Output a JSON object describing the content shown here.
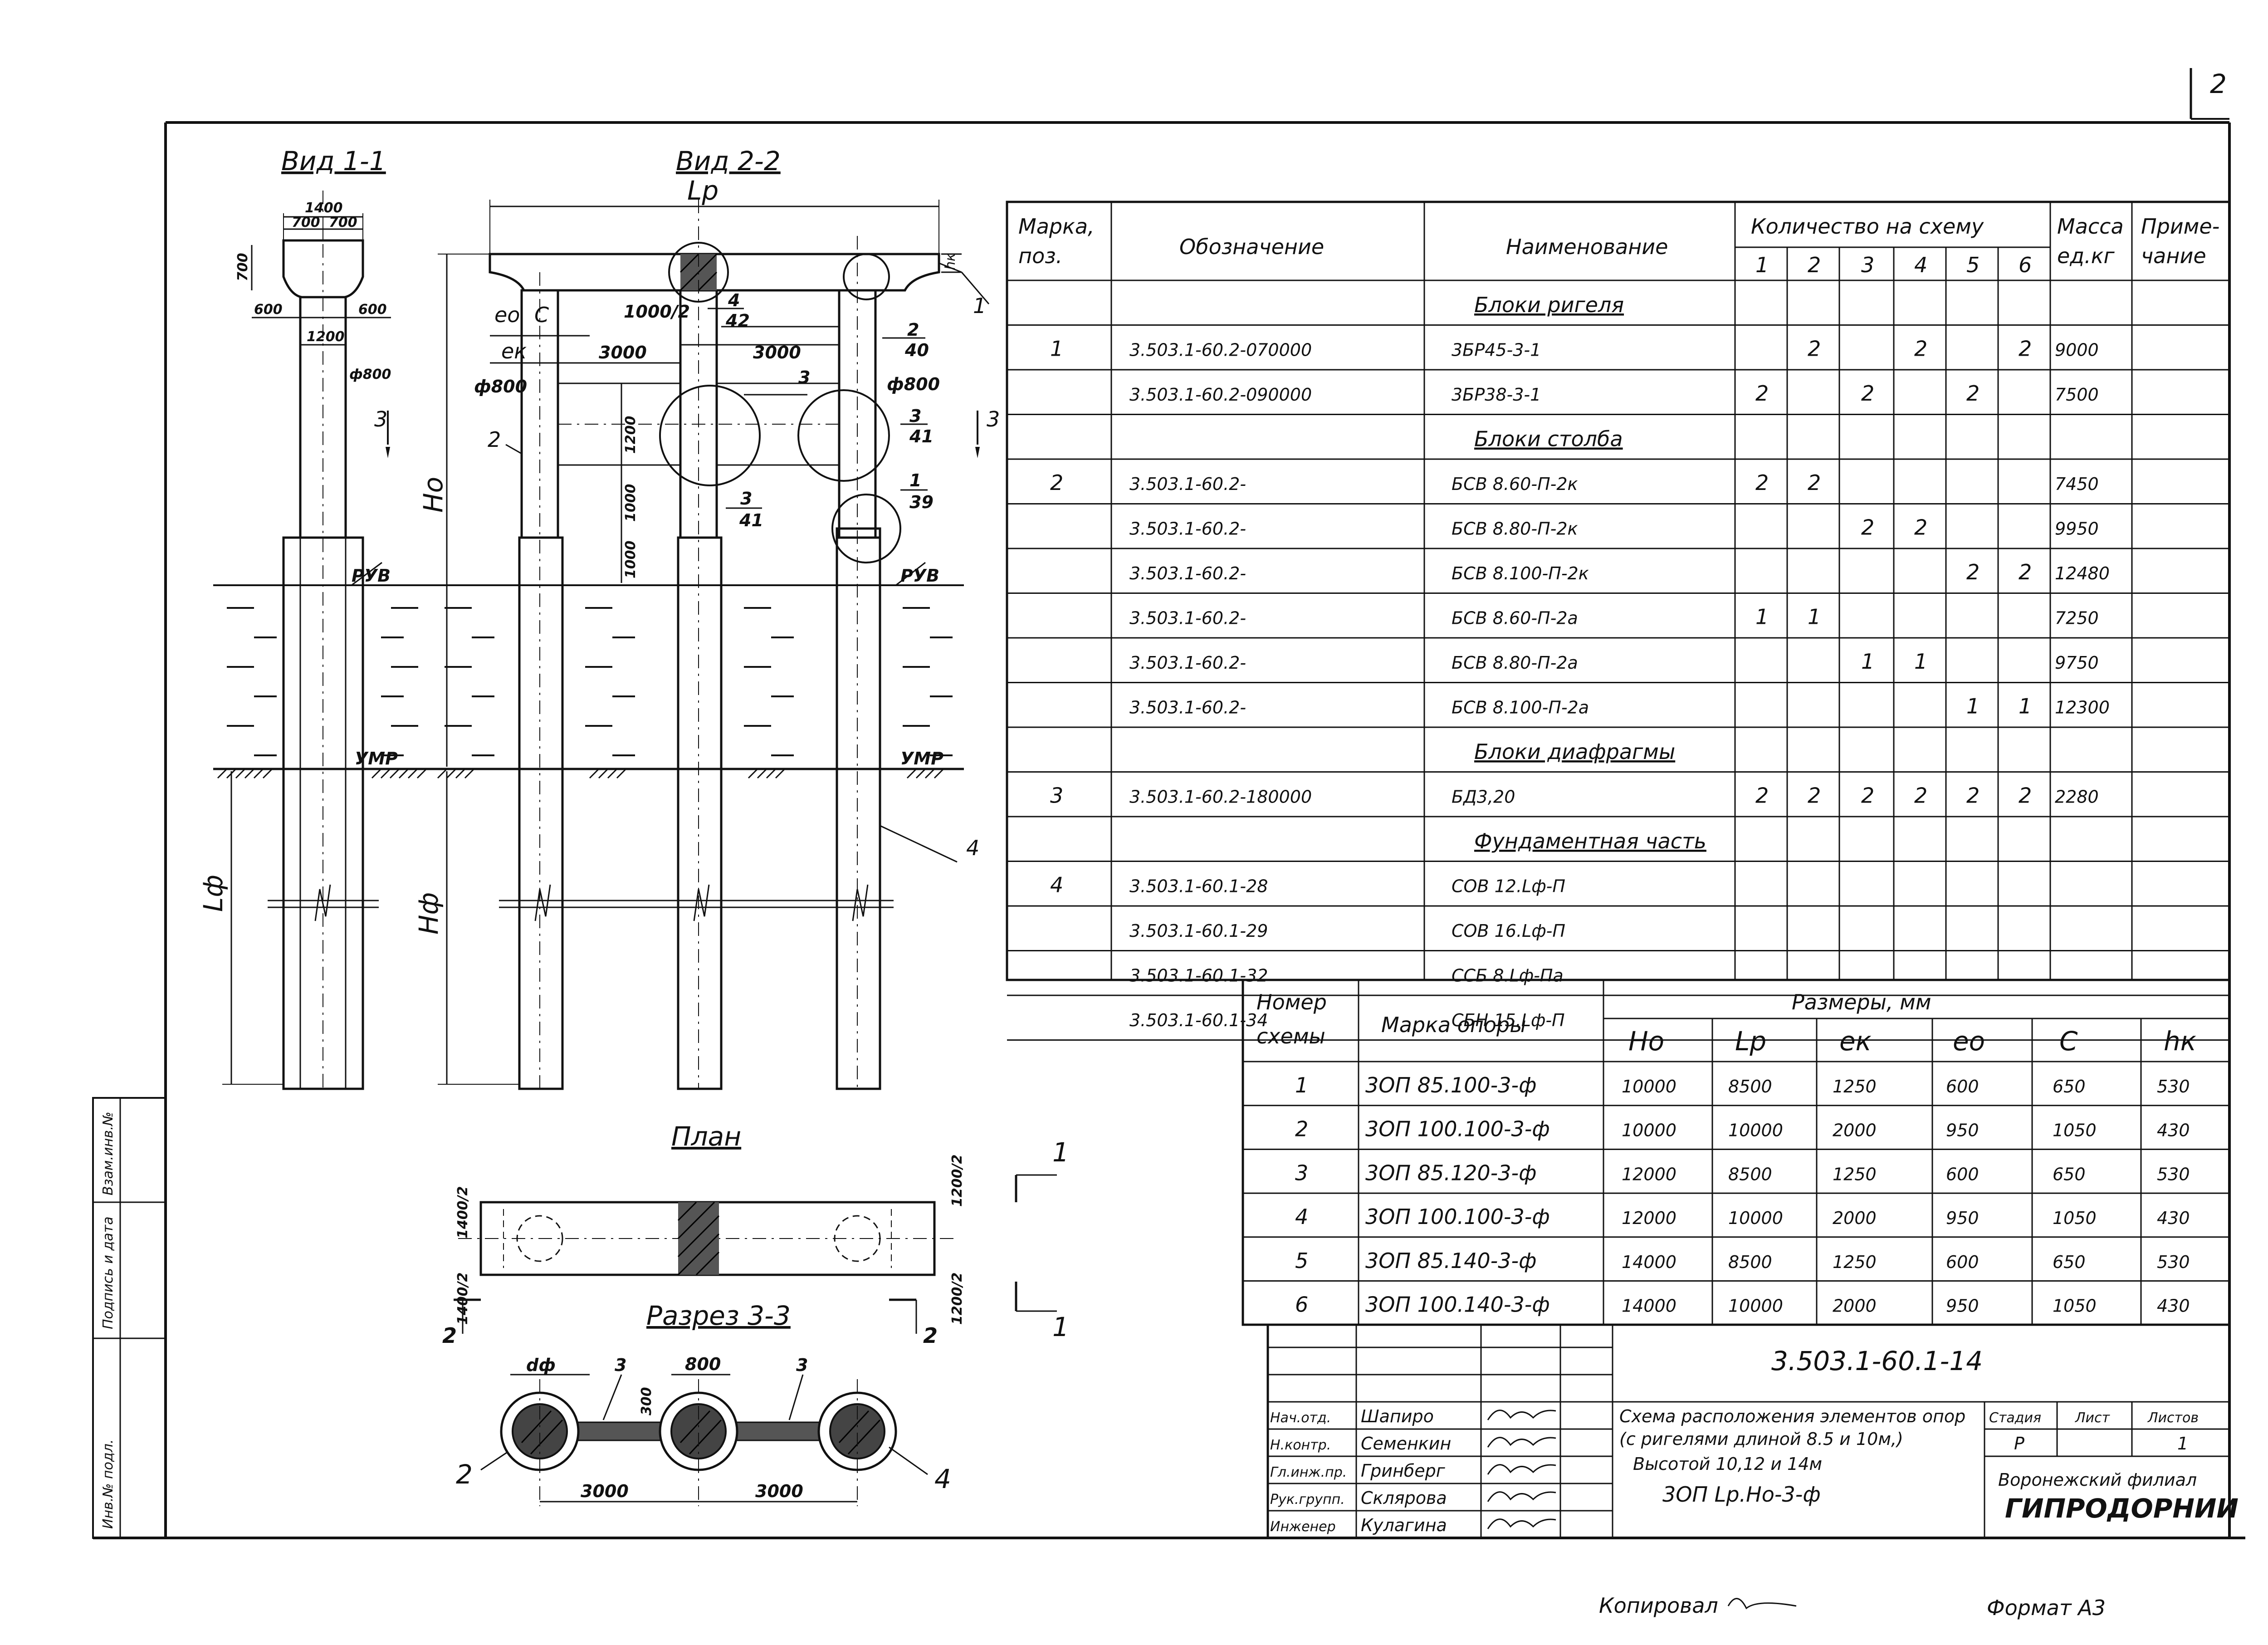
{
  "page_number": "2",
  "views": {
    "view11_title": "Вид 1-1",
    "view22_title": "Вид 2-2",
    "plan_title": "План",
    "section33_title": "Разрез 3-3"
  },
  "view11": {
    "d1400": "1400",
    "d700a": "700",
    "d700b": "700",
    "d700v": "700",
    "d600a": "600",
    "d600b": "600",
    "d1200": "1200",
    "phi800": "ф800",
    "lf": "Lф",
    "pyv": "РУВ",
    "ymp": "УМР",
    "sec3": "3"
  },
  "view22": {
    "lp": "Lр",
    "eo": "ео",
    "c": "С",
    "ek": "ек",
    "d1000_2": "1000/2",
    "d3000a": "3000",
    "d3000b": "3000",
    "phi800a": "ф800",
    "phi800b": "ф800",
    "ho": "Но",
    "hf": "Нф",
    "hk": "hк",
    "d1200v": "1200",
    "d1000a": "1000",
    "d1000b": "1000",
    "pyv": "РУВ",
    "ymp": "УМР",
    "c1": "1",
    "c2": "2",
    "c2b": "2",
    "c3": "3",
    "c3b": "3",
    "c3c": "3",
    "c4": "4",
    "c4b": "4",
    "c1b": "1",
    "f42": "42",
    "f40": "40",
    "f41a": "41",
    "f41b": "41",
    "f39": "39",
    "sec3": "3"
  },
  "plan": {
    "d1400_2a": "1400/2",
    "d1400_2b": "1400/2",
    "d1200_2a": "1200/2",
    "d1200_2b": "1200/2",
    "s1a": "1",
    "s1b": "1",
    "s2a": "2",
    "s2b": "2"
  },
  "section33": {
    "dphi": "dф",
    "d800": "800",
    "d300": "300",
    "d3000a": "3000",
    "d3000b": "3000",
    "c3a": "3",
    "c3b": "3",
    "c2": "2",
    "c4": "4"
  },
  "spec_table": {
    "headers": {
      "mark": "Марка, поз.",
      "designation": "Обозначение",
      "name": "Наименование",
      "quantity": "Количество на схему",
      "mass": "Масса ед.кг",
      "note": "Приме- чание",
      "cols": [
        "1",
        "2",
        "3",
        "4",
        "5",
        "6"
      ]
    },
    "groups": [
      {
        "title": "Блоки ригеля",
        "rows": [
          {
            "mark": "1",
            "designation": "3.503.1-60.2-070000",
            "name": "3БР45-3-1",
            "q": [
              "",
              "2",
              "",
              "2",
              "",
              "2"
            ],
            "mass": "9000"
          },
          {
            "mark": "",
            "designation": "3.503.1-60.2-090000",
            "name": "3БР38-3-1",
            "q": [
              "2",
              "",
              "2",
              "",
              "2",
              ""
            ],
            "mass": "7500"
          }
        ]
      },
      {
        "title": "Блоки столба",
        "rows": [
          {
            "mark": "2",
            "designation": "3.503.1-60.2-",
            "name": "БСВ 8.60-П-2к",
            "q": [
              "2",
              "2",
              "",
              "",
              "",
              ""
            ],
            "mass": "7450"
          },
          {
            "mark": "",
            "designation": "3.503.1-60.2-",
            "name": "БСВ 8.80-П-2к",
            "q": [
              "",
              "",
              "2",
              "2",
              "",
              ""
            ],
            "mass": "9950"
          },
          {
            "mark": "",
            "designation": "3.503.1-60.2-",
            "name": "БСВ 8.100-П-2к",
            "q": [
              "",
              "",
              "",
              "",
              "2",
              "2"
            ],
            "mass": "12480"
          },
          {
            "mark": "",
            "designation": "3.503.1-60.2-",
            "name": "БСВ 8.60-П-2а",
            "q": [
              "1",
              "1",
              "",
              "",
              "",
              ""
            ],
            "mass": "7250"
          },
          {
            "mark": "",
            "designation": "3.503.1-60.2-",
            "name": "БСВ 8.80-П-2а",
            "q": [
              "",
              "",
              "1",
              "1",
              "",
              ""
            ],
            "mass": "9750"
          },
          {
            "mark": "",
            "designation": "3.503.1-60.2-",
            "name": "БСВ 8.100-П-2а",
            "q": [
              "",
              "",
              "",
              "",
              "1",
              "1"
            ],
            "mass": "12300"
          }
        ]
      },
      {
        "title": "Блоки диафрагмы",
        "rows": [
          {
            "mark": "3",
            "designation": "3.503.1-60.2-180000",
            "name": "БД3,20",
            "q": [
              "2",
              "2",
              "2",
              "2",
              "2",
              "2"
            ],
            "mass": "2280"
          }
        ]
      },
      {
        "title": "Фундаментная часть",
        "rows": [
          {
            "mark": "4",
            "designation": "3.503.1-60.1-28",
            "name": "СОВ 12.Lф-П",
            "q": [
              "",
              "",
              "",
              "",
              "",
              ""
            ],
            "mass": ""
          },
          {
            "mark": "",
            "designation": "3.503.1-60.1-29",
            "name": "СОВ 16.Lф-П",
            "q": [
              "",
              "",
              "",
              "",
              "",
              ""
            ],
            "mass": ""
          },
          {
            "mark": "",
            "designation": "3.503.1-60.1-32",
            "name": "ССБ 8.Lф-Па",
            "q": [
              "",
              "",
              "",
              "",
              "",
              ""
            ],
            "mass": ""
          },
          {
            "mark": "",
            "designation": "3.503.1-60.1-34",
            "name": "СБН 15.Lф-П",
            "q": [
              "",
              "",
              "",
              "",
              "",
              ""
            ],
            "mass": ""
          }
        ]
      }
    ]
  },
  "dims_table": {
    "headers": {
      "scheme": "Номер схемы",
      "brand": "Марка опоры",
      "dims": "Размеры, мм",
      "cols": [
        "Но",
        "Lр",
        "ек",
        "ео",
        "С",
        "hк"
      ]
    },
    "rows": [
      {
        "n": "1",
        "brand": "3ОП 85.100-3-ф",
        "v": [
          "10000",
          "8500",
          "1250",
          "600",
          "650",
          "530"
        ]
      },
      {
        "n": "2",
        "brand": "3ОП 100.100-3-ф",
        "v": [
          "10000",
          "10000",
          "2000",
          "950",
          "1050",
          "430"
        ]
      },
      {
        "n": "3",
        "brand": "3ОП 85.120-3-ф",
        "v": [
          "12000",
          "8500",
          "1250",
          "600",
          "650",
          "530"
        ]
      },
      {
        "n": "4",
        "brand": "3ОП 100.100-3-ф",
        "v": [
          "12000",
          "10000",
          "2000",
          "950",
          "1050",
          "430"
        ]
      },
      {
        "n": "5",
        "brand": "3ОП 85.140-3-ф",
        "v": [
          "14000",
          "8500",
          "1250",
          "600",
          "650",
          "530"
        ]
      },
      {
        "n": "6",
        "brand": "3ОП 100.140-3-ф",
        "v": [
          "14000",
          "10000",
          "2000",
          "950",
          "1050",
          "430"
        ]
      }
    ]
  },
  "title_block": {
    "code": "3.503.1-60.1-14",
    "roles": [
      {
        "role": "Нач.отд.",
        "name": "Шапиро"
      },
      {
        "role": "Н.контр.",
        "name": "Семенкин"
      },
      {
        "role": "Гл.инж.пр.",
        "name": "Гринберг"
      },
      {
        "role": "Рук.групп.",
        "name": "Склярова"
      },
      {
        "role": "Инженер",
        "name": "Кулагина"
      }
    ],
    "description": [
      "Схема расположения элементов опор",
      "(с ригелями длиной 8.5 и 10м,)",
      "Высотой 10,12 и 14м",
      "3ОП Lр.Но-3-ф"
    ],
    "stage_label": "Стадия",
    "sheet_label": "Лист",
    "sheets_label": "Листов",
    "stage_value": "Р",
    "sheets_value": "1",
    "org_line1": "Воронежский филиал",
    "org_line2": "ГИПРОДОРНИИ"
  },
  "side_stamp": {
    "inv": "Инв.№ подл.",
    "sign": "Подпись и дата",
    "swap": "Взам.инв.№"
  },
  "footer": {
    "copied": "Копировал",
    "format": "Формат А3"
  }
}
